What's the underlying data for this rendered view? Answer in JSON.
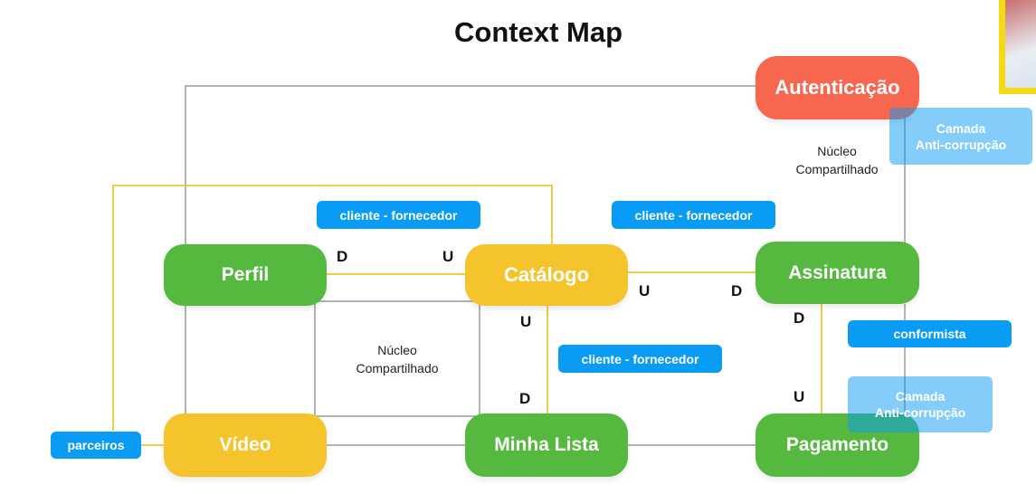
{
  "title": "Context Map",
  "colors": {
    "core": "#55b93f",
    "partner": "#f5c42d",
    "auth": "#f7664e",
    "relation": "#0a9cf5"
  },
  "contexts": {
    "autenticacao": "Autenticação",
    "perfil": "Perfil",
    "catalogo": "Catálogo",
    "assinatura": "Assinatura",
    "video": "Vídeo",
    "minha_lista": "Minha Lista",
    "pagamento": "Pagamento"
  },
  "relations": {
    "cliente_fornecedor_1": "cliente - fornecedor",
    "cliente_fornecedor_2": "cliente - fornecedor",
    "cliente_fornecedor_3": "cliente - fornecedor",
    "conformista": "conformista",
    "parceiros": "parceiros",
    "acl_top_line1": "Camada",
    "acl_top_line2": "Anti-corrupção",
    "acl_bottom_line1": "Camada",
    "acl_bottom_line2": "Anti-corrupção"
  },
  "shared_kernel": {
    "top_line1": "Núcleo",
    "top_line2": "Compartilhado",
    "center_line1": "Núcleo",
    "center_line2": "Compartilhado"
  },
  "markers": {
    "perfil_catalogo_d": "D",
    "perfil_catalogo_u": "U",
    "catalogo_assinatura_u": "U",
    "catalogo_assinatura_d": "D",
    "catalogo_minhalista_u": "U",
    "catalogo_minhalista_d": "D",
    "assinatura_pagamento_d": "D",
    "assinatura_pagamento_u": "U"
  }
}
